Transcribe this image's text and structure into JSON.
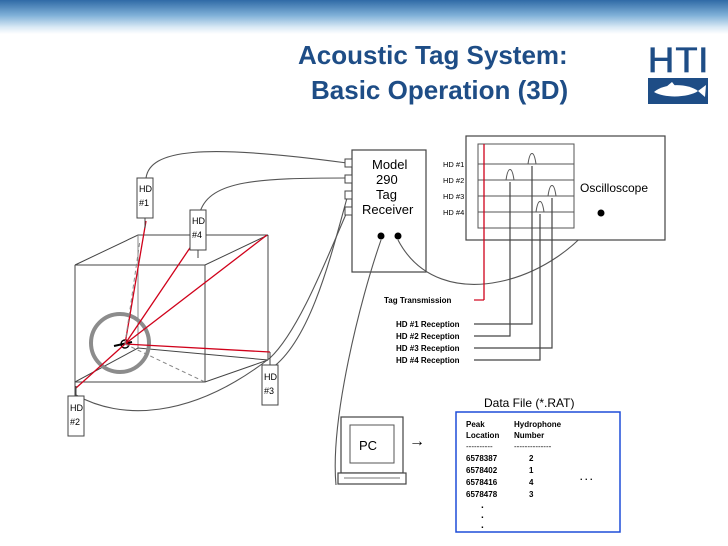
{
  "slide": {
    "title_line1": "Acoustic Tag System:",
    "title_line2": "Basic Operation (3D)",
    "logo_text": "HTI",
    "accent_color": "#1e4d86"
  },
  "hydrophones": {
    "hd1_line1": "HD",
    "hd1_line2": "#1",
    "hd2_line1": "HD",
    "hd2_line2": "#2",
    "hd3_line1": "HD",
    "hd3_line2": "#3",
    "hd4_line1": "HD",
    "hd4_line2": "#4"
  },
  "receiver": {
    "line1": "Model",
    "line2": "290",
    "line3": "Tag",
    "line4": "Receiver"
  },
  "oscilloscope": {
    "label": "Oscilloscope",
    "channels": [
      "HD #1",
      "HD #2",
      "HD #3",
      "HD #4"
    ]
  },
  "signals": {
    "tag_transmission": "Tag Transmission",
    "receptions": [
      "HD #1 Reception",
      "HD #2 Reception",
      "HD #3 Reception",
      "HD #4 Reception"
    ]
  },
  "pc": {
    "label": "PC",
    "arrow": "→"
  },
  "data_file": {
    "title": "Data File (*.RAT)",
    "col1_line1": "Peak",
    "col1_line2": "Location",
    "col2_line1": "Hydrophone",
    "col2_line2": "Number",
    "rule1": "----------",
    "rule2": "--------------",
    "rows": [
      {
        "peak": "6578387",
        "hd": "2"
      },
      {
        "peak": "6578402",
        "hd": "1"
      },
      {
        "peak": "6578416",
        "hd": "4"
      },
      {
        "peak": "6578478",
        "hd": "3"
      }
    ],
    "ellipsis": ". . .",
    "dot": "."
  }
}
